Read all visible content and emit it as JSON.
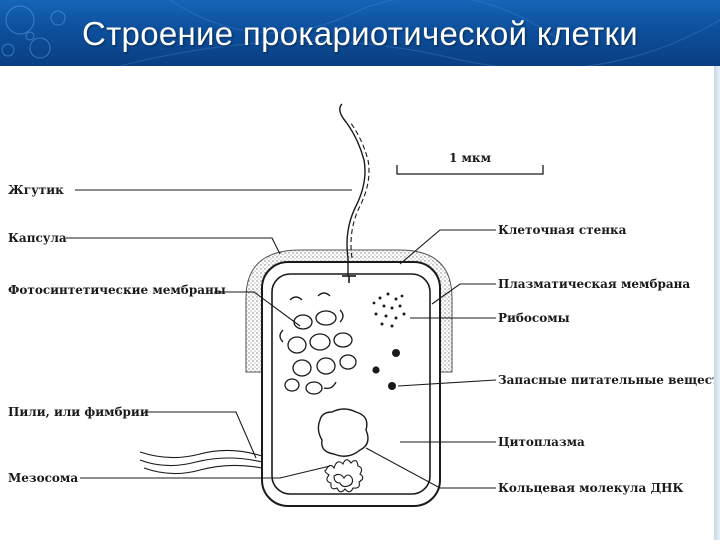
{
  "slide": {
    "title": "Строение прокариотической клетки"
  },
  "diagram": {
    "scale_label": "1 мкм",
    "labels_left": [
      "Жгутик",
      "Капсула",
      "Фотосинтетические мембраны",
      "Пили, или фимбрии",
      "Мезосома"
    ],
    "labels_right": [
      "Клеточная стенка",
      "Плазматическая мембрана",
      "Рибосомы",
      "Запасные питательные вещества",
      "Цитоплазма",
      "Кольцевая молекула ДНК"
    ]
  },
  "colors": {
    "header_blue": "#0d4f9c",
    "line_color": "#1a1a1a",
    "capsule_stipple": "#8a8a8a"
  }
}
